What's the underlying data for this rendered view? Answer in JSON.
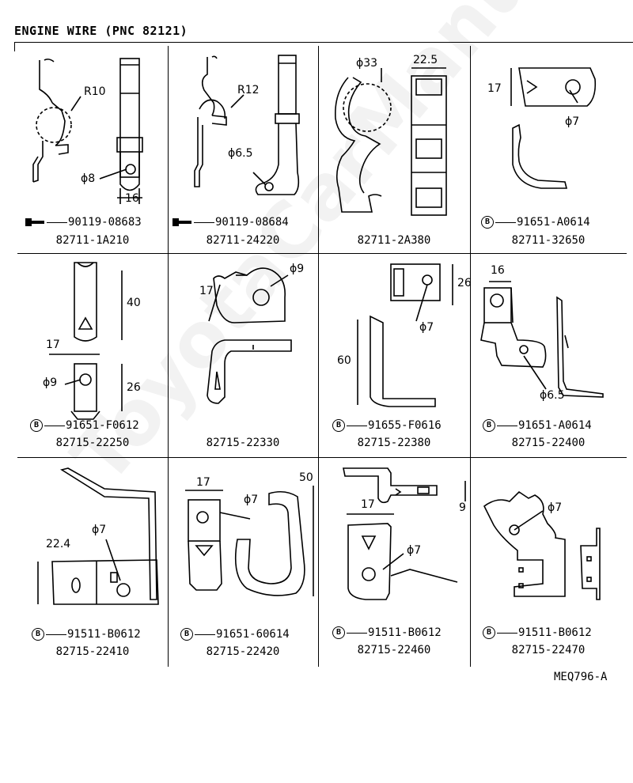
{
  "title": "ENGINE WIRE (PNC 82121)",
  "figure_code": "MEQ796-A",
  "watermark": "ToyotaCarManuals.ru",
  "cells": [
    {
      "part": "82711-1A210",
      "fastener": "90119-08683",
      "fastener_type": "bolt",
      "dims": [
        "R10",
        "ϕ8",
        "16"
      ]
    },
    {
      "part": "82711-24220",
      "fastener": "90119-08684",
      "fastener_type": "bolt",
      "dims": [
        "R12",
        "ϕ6.5"
      ]
    },
    {
      "part": "82711-2A380",
      "fastener": "",
      "fastener_type": "none",
      "dims": [
        "ϕ33",
        "22.5"
      ]
    },
    {
      "part": "82711-32650",
      "fastener": "91651-A0614",
      "fastener_type": "B",
      "dims": [
        "17",
        "ϕ7"
      ]
    },
    {
      "part": "82715-22250",
      "fastener": "91651-F0612",
      "fastener_type": "B",
      "dims": [
        "40",
        "17",
        "ϕ9",
        "26"
      ]
    },
    {
      "part": "82715-22330",
      "fastener": "",
      "fastener_type": "none",
      "dims": [
        "17",
        "ϕ9"
      ]
    },
    {
      "part": "82715-22380",
      "fastener": "91655-F0616",
      "fastener_type": "B",
      "dims": [
        "26",
        "ϕ7",
        "60"
      ]
    },
    {
      "part": "82715-22400",
      "fastener": "91651-A0614",
      "fastener_type": "B",
      "dims": [
        "16",
        "ϕ6.5"
      ]
    },
    {
      "part": "82715-22410",
      "fastener": "91511-B0612",
      "fastener_type": "B",
      "dims": [
        "ϕ7",
        "22.4"
      ]
    },
    {
      "part": "82715-22420",
      "fastener": "91651-60614",
      "fastener_type": "B",
      "dims": [
        "17",
        "ϕ7",
        "50"
      ]
    },
    {
      "part": "82715-22460",
      "fastener": "91511-B0612",
      "fastener_type": "B",
      "dims": [
        "9",
        "17",
        "ϕ7"
      ]
    },
    {
      "part": "82715-22470",
      "fastener": "91511-B0612",
      "fastener_type": "B",
      "dims": [
        "ϕ7"
      ]
    }
  ]
}
